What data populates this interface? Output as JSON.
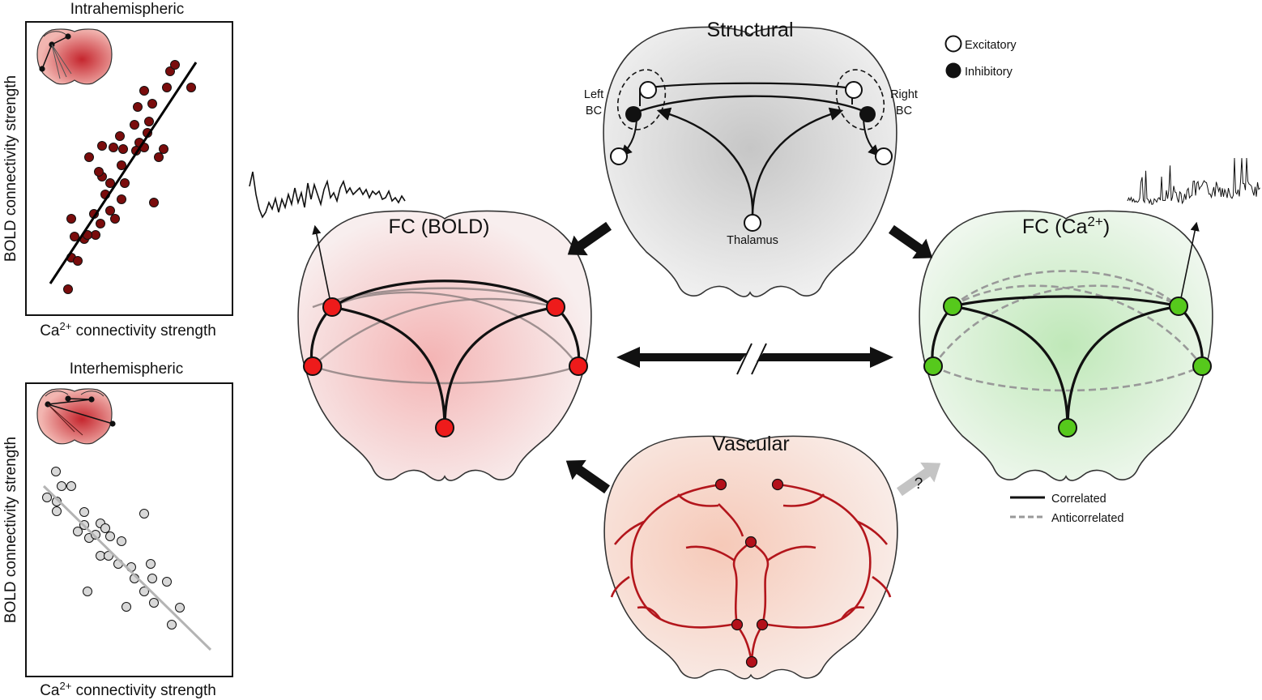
{
  "scatter_panels": [
    {
      "title": "Intrahemispheric",
      "ylabel": "BOLD connectivity strength",
      "xlabel": "Ca",
      "xlabel_sup": "2+",
      "xlabel_rest": " connectivity strength",
      "point_color": "#7a0c0c",
      "fit_color": "#000000"
    },
    {
      "title": "Interhemispheric",
      "ylabel": "BOLD connectivity strength",
      "xlabel": "Ca",
      "xlabel_sup": "2+",
      "xlabel_rest": " connectivity strength",
      "point_color": "#d8d8d8",
      "fit_color": "#b4b4b4"
    }
  ],
  "structural": {
    "title": "Structural",
    "left_label_1": "Left",
    "left_label_2": "BC",
    "right_label_1": "Right",
    "right_label_2": "BC",
    "thalamus_label": "Thalamus"
  },
  "legend_neurons": {
    "excitatory": "Excitatory",
    "inhibitory": "Inhibitory"
  },
  "fc_bold": {
    "title": "FC (BOLD)",
    "node_color": "#ee1b1b"
  },
  "fc_ca": {
    "title_prefix": "FC (Ca",
    "title_sup": "2+",
    "title_suffix": ")",
    "node_color": "#56c91c"
  },
  "vascular": {
    "title": "Vascular",
    "vessel_color": "#b3161c",
    "node_color": "#b3101a"
  },
  "question_mark": "?",
  "legend_lines": {
    "correlated": "Correlated",
    "anticorrelated": "Anticorrelated"
  }
}
